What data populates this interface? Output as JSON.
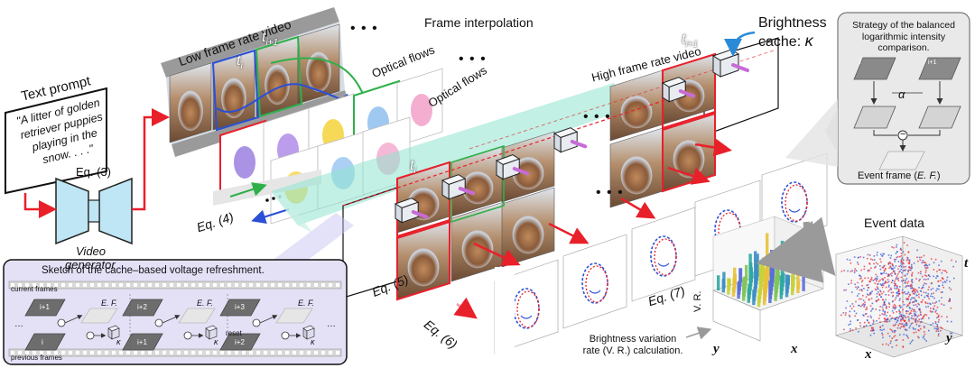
{
  "text_prompt": {
    "title": "Text prompt",
    "lines": [
      "\"A litter of golden",
      "retriever puppies",
      "playing in the",
      "snow. . . .\""
    ]
  },
  "generator": {
    "eq": "Eq. (3)",
    "line1": "Video",
    "line2": "generator"
  },
  "low_fr": {
    "label": "Low frame rate video",
    "ti": "t",
    "ti_sub": "i",
    "ti1": "t",
    "ti1_sub": "i+1"
  },
  "frame_interp": "Frame interpolation",
  "optical_flows_1": "Optical flows",
  "optical_flows_2": "Optical flows",
  "high_fr": {
    "label": "High frame rate video",
    "ti": "t",
    "ti_sub": "i",
    "ti1": "t",
    "ti1_sub": "i+1"
  },
  "brightness_cache": {
    "line1": "Brightness",
    "line2": "cache:",
    "symbol": "κ"
  },
  "strategy": {
    "title_lines": [
      "Strategy of the balanced",
      "logarithmic intensity",
      "comparison."
    ],
    "alpha": "α",
    "minus": "−",
    "event_frame": "Event frame (",
    "event_frame_ef": "E. F.",
    "event_frame_close": ")",
    "left_index": "i",
    "right_index": "i+1"
  },
  "equations": {
    "eq4": "Eq. (4)",
    "eq5": "Eq. (5)",
    "eq6": "Eq. (6)",
    "eq7": "Eq. (7)"
  },
  "ellipses": "• • •",
  "sketch": {
    "title": "Sketch of the cache–based voltage refreshment.",
    "current": "current frames",
    "previous": "previous frames",
    "ef": "E. F.",
    "reset": "reset",
    "kappa": "κ",
    "top_labels": [
      "i+1",
      "i+2",
      "i+3"
    ],
    "bottom_labels": [
      "i",
      "i+1",
      "i+2"
    ],
    "dots": "…"
  },
  "brightness_rate": {
    "line1": "Brightness variation",
    "line2": "rate (V. R.) calculation.",
    "vr": "V. R.",
    "x": "x",
    "y": "y"
  },
  "event_data": {
    "title": "Event data",
    "t": "t",
    "x": "x",
    "y": "y"
  },
  "colors": {
    "red": "#e8202a",
    "blue": "#2b4fd6",
    "green": "#2fb04a",
    "accent": "#2b8ad8",
    "panel": "#e9e9e9",
    "teal": "#8fe3cf",
    "lilac": "#c4bfef"
  }
}
